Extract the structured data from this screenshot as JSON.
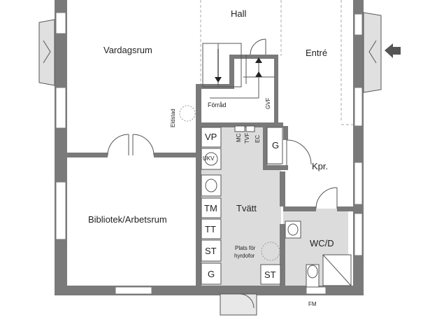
{
  "rooms": {
    "hall": "Hall",
    "vardagsrum": "Vardagsrum",
    "entre": "Entré",
    "forrad": "Förråd",
    "bibliotek": "Bibliotek/Arbetsrum",
    "tvatt": "Tvätt",
    "kpr": "Kpr.",
    "wc": "WC/D"
  },
  "fixtures": {
    "vp": "VP",
    "ukv": "UKV",
    "tm": "TM",
    "tt": "TT",
    "st_left": "ST",
    "g_left": "G",
    "g_closet": "G",
    "st_floor": "ST",
    "mc": "MC",
    "tvf": "TVF",
    "ec": "EC",
    "gvf": "GVF",
    "eldstad": "Eldstad",
    "plats_line1": "Plats för",
    "plats_line2": "hyrdofor",
    "fm": "FM"
  },
  "colors": {
    "wall": "#7a7a7a",
    "wash_floor": "#dcdcdc",
    "window": "#ffffff",
    "line": "#333333"
  },
  "icons": {
    "entry_arrow": "entry-arrow-icon",
    "stair_arrows": "stair-arrow-icon"
  }
}
